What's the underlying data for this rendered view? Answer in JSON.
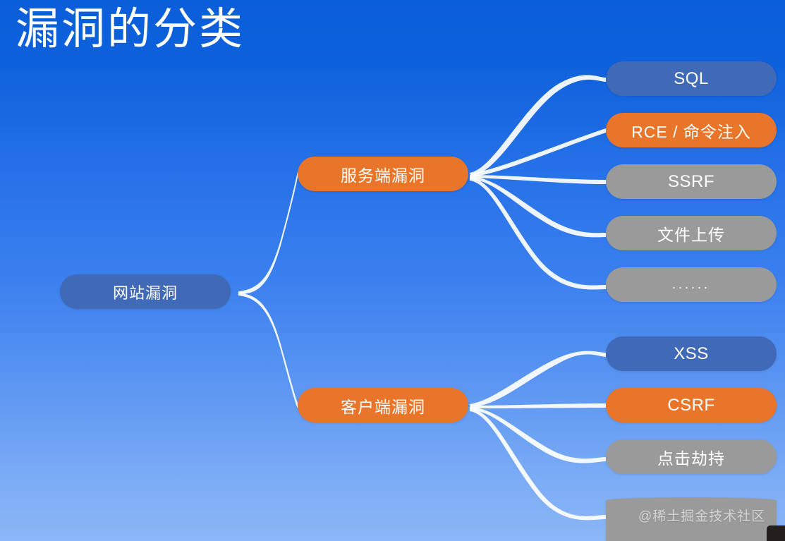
{
  "slide": {
    "title": "漏洞的分类",
    "background_top_color": "#0b5ed9",
    "background_bottom_color": "#8cb7f7",
    "watermark": "@稀土掘金技术社区"
  },
  "palette": {
    "node_blue": "#4069b8",
    "node_orange": "#e8752a",
    "node_gray": "#9a9a9a",
    "connector": "#ffffff",
    "text": "#ffffff"
  },
  "mindmap": {
    "root": {
      "label": "网站漏洞",
      "color": "#4069b8"
    },
    "branches": [
      {
        "label": "服务端漏洞",
        "color": "#e8752a",
        "children": [
          {
            "label": "SQL",
            "color": "#4069b8"
          },
          {
            "label": "RCE / 命令注入",
            "color": "#e8752a"
          },
          {
            "label": "SSRF",
            "color": "#9a9a9a"
          },
          {
            "label": "文件上传",
            "color": "#9a9a9a"
          },
          {
            "label": "......",
            "color": "#9a9a9a"
          }
        ]
      },
      {
        "label": "客户端漏洞",
        "color": "#e8752a",
        "children": [
          {
            "label": "XSS",
            "color": "#4069b8"
          },
          {
            "label": "CSRF",
            "color": "#e8752a"
          },
          {
            "label": "点击劫持",
            "color": "#9a9a9a"
          },
          {
            "label": "",
            "color": "#9a9a9a"
          }
        ]
      }
    ]
  }
}
